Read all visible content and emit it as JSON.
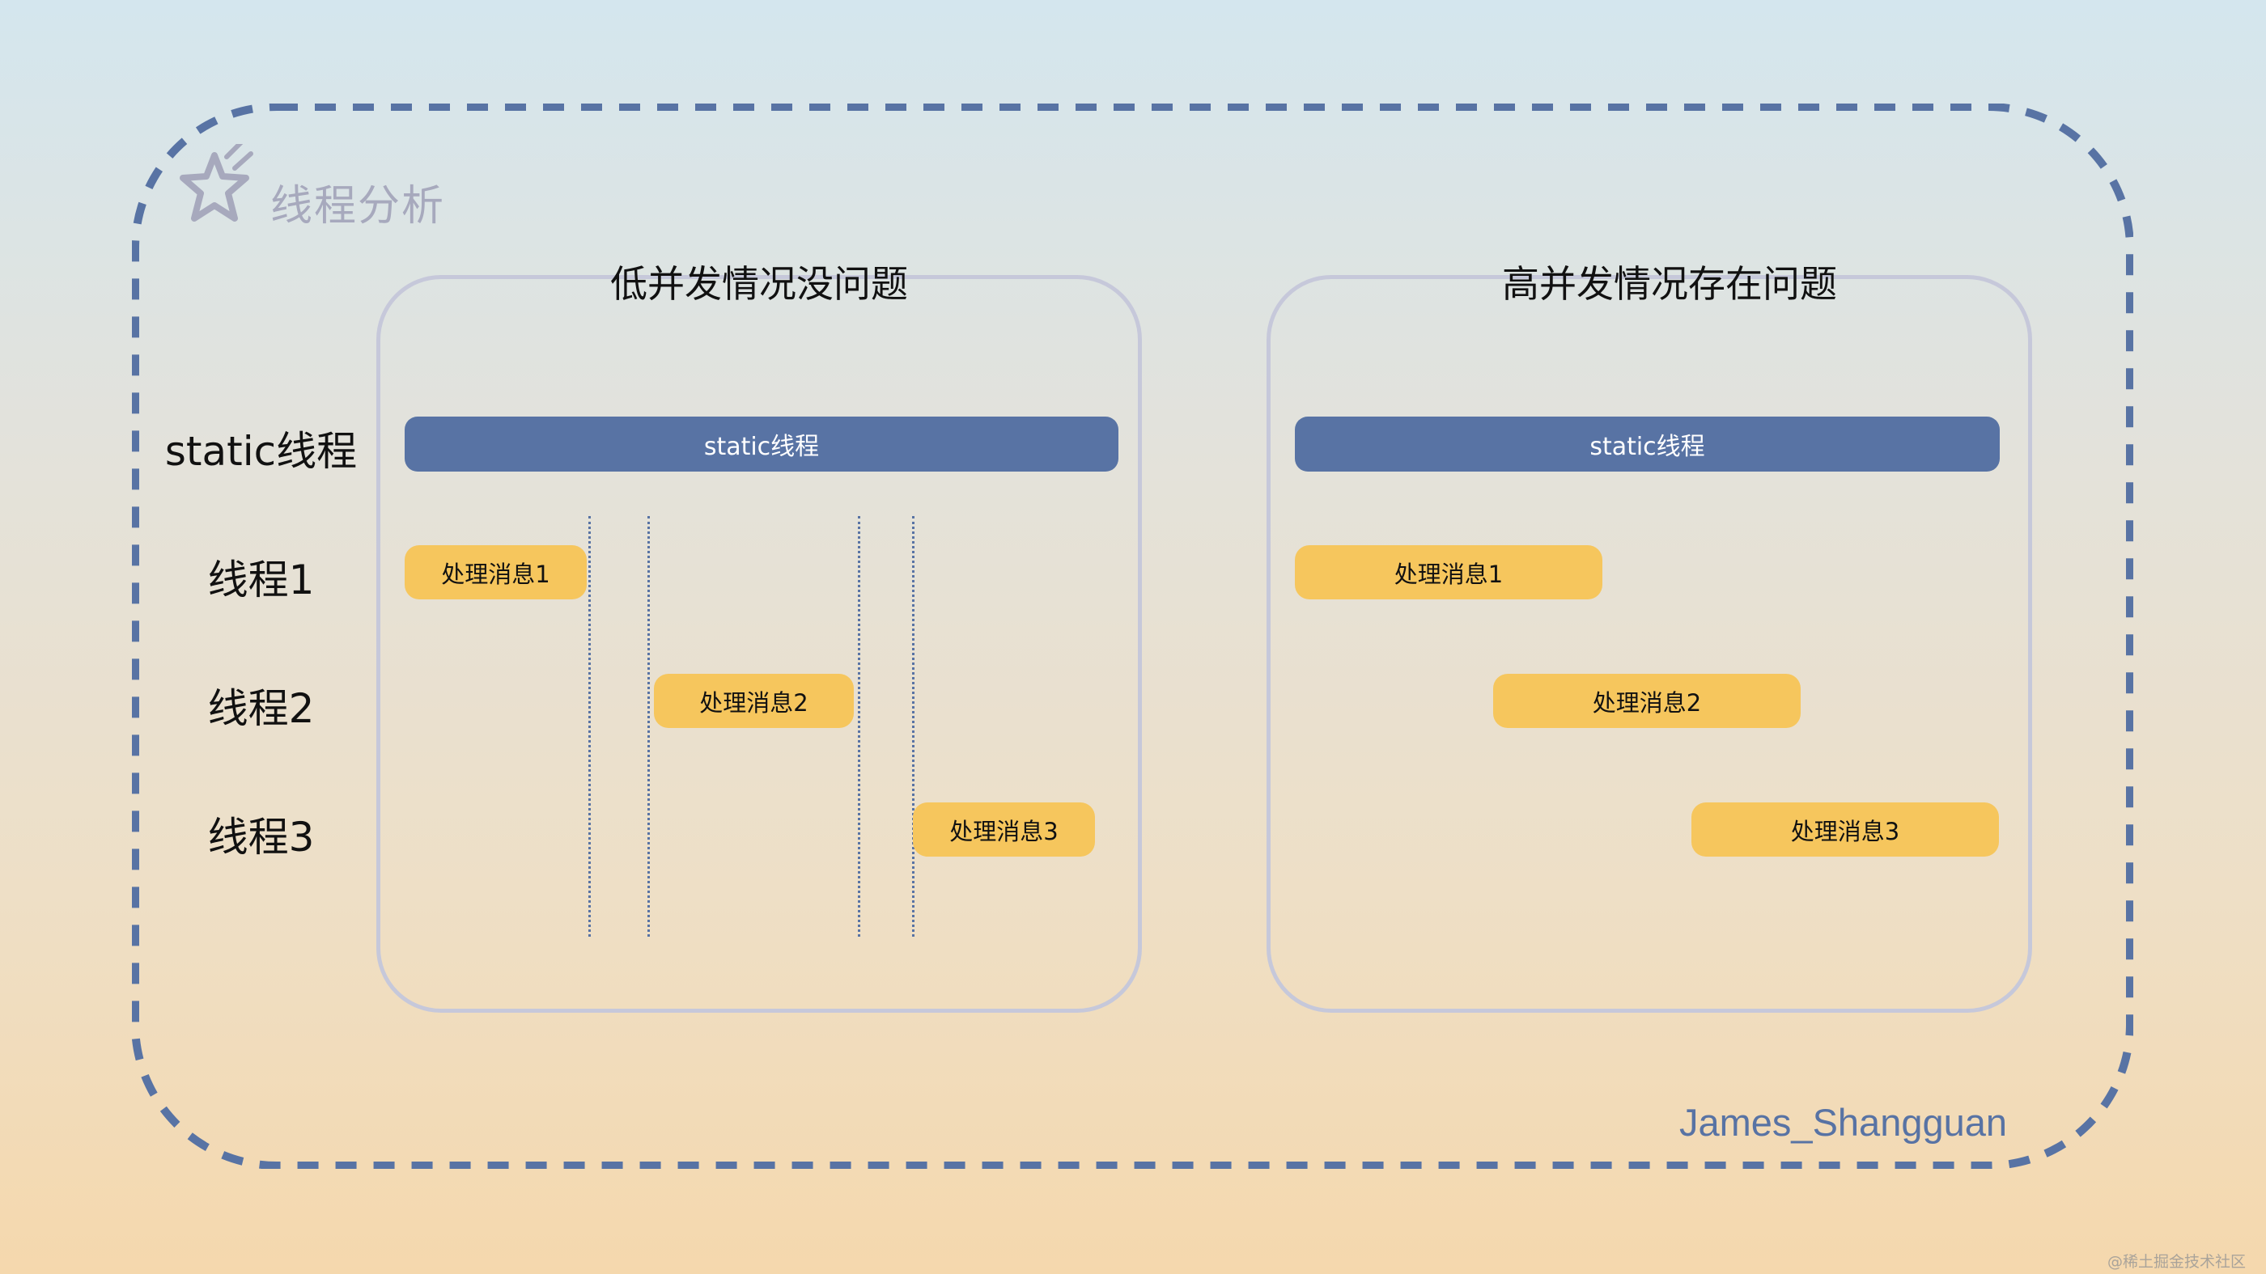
{
  "section_title": "线程分析",
  "row_labels": {
    "static": "static线程",
    "thread1": "线程1",
    "thread2": "线程2",
    "thread3": "线程3"
  },
  "panels": {
    "low": {
      "title": "低并发情况没问题",
      "static_bar": "static线程",
      "msg1": "处理消息1",
      "msg2": "处理消息2",
      "msg3": "处理消息3"
    },
    "high": {
      "title": "高并发情况存在问题",
      "static_bar": "static线程",
      "msg1": "处理消息1",
      "msg2": "处理消息2",
      "msg3": "处理消息3"
    }
  },
  "author": "James_Shangguan",
  "watermark": "@稀土掘金技术社区",
  "colors": {
    "frame": "#5873a4",
    "static_bar": "#5873a4",
    "message_bar": "#f6c65d",
    "panel_border": "#c6c8da",
    "section_title": "#a7a9bd"
  }
}
